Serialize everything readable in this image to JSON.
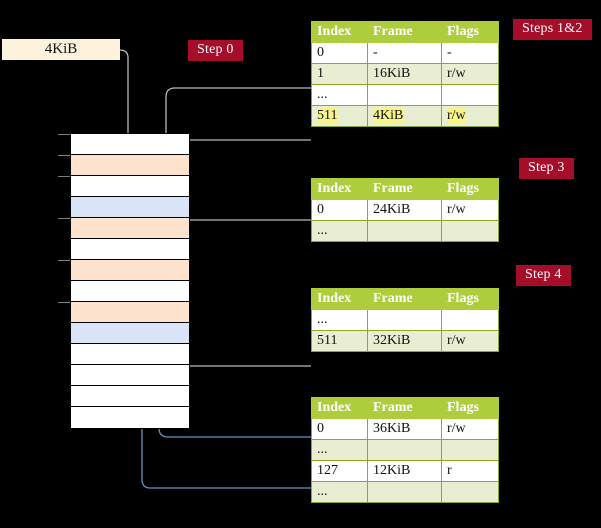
{
  "diagram": {
    "title_caption": "4KiB",
    "steps": [
      {
        "id": "step0",
        "label": "Step 0"
      },
      {
        "id": "steps12",
        "label": "Steps 1&2"
      },
      {
        "id": "step3",
        "label": "Step 3"
      },
      {
        "id": "step4",
        "label": "Step 4"
      }
    ],
    "colors": {
      "badge_bg": "#a50d29",
      "badge_text": "#ffffff",
      "caption_bg": "#fdf3dc",
      "table_header_bg": "#aecd3c",
      "table_alt_row_bg": "#e9eed2",
      "table_highlight": "#f7f58a",
      "memory_peach": "#fde3ce",
      "memory_blue": "#d9e5f6",
      "wire_grey": "#b9b9b9",
      "wire_blue": "#6c8fc4",
      "background": "#000000"
    }
  },
  "tables": [
    {
      "name": "page-table-level0",
      "headers": [
        "Index",
        "Frame",
        "Flags"
      ],
      "rows": [
        {
          "index": "0",
          "frame": "-",
          "flags": "-",
          "style": "plain",
          "highlight": false
        },
        {
          "index": "1",
          "frame": "16KiB",
          "flags": "r/w",
          "style": "alt",
          "highlight": false
        },
        {
          "index": "...",
          "frame": "",
          "flags": "",
          "style": "plain",
          "highlight": false
        },
        {
          "index": "511",
          "frame": "4KiB",
          "flags": "r/w",
          "style": "alt",
          "highlight": true
        }
      ]
    },
    {
      "name": "page-table-level1",
      "headers": [
        "Index",
        "Frame",
        "Flags"
      ],
      "rows": [
        {
          "index": "0",
          "frame": "24KiB",
          "flags": "r/w",
          "style": "plain",
          "highlight": false
        },
        {
          "index": "...",
          "frame": "",
          "flags": "",
          "style": "alt",
          "highlight": false
        }
      ]
    },
    {
      "name": "page-table-level2",
      "headers": [
        "Index",
        "Frame",
        "Flags"
      ],
      "rows": [
        {
          "index": "...",
          "frame": "",
          "flags": "",
          "style": "plain",
          "highlight": false
        },
        {
          "index": "511",
          "frame": "32KiB",
          "flags": "r/w",
          "style": "alt",
          "highlight": false
        }
      ]
    },
    {
      "name": "page-table-level3",
      "headers": [
        "Index",
        "Frame",
        "Flags"
      ],
      "rows": [
        {
          "index": "0",
          "frame": "36KiB",
          "flags": "r/w",
          "style": "plain",
          "highlight": false
        },
        {
          "index": "...",
          "frame": "",
          "flags": "",
          "style": "alt",
          "highlight": false
        },
        {
          "index": "127",
          "frame": "12KiB",
          "flags": "r",
          "style": "plain",
          "highlight": false
        },
        {
          "index": "...",
          "frame": "",
          "flags": "",
          "style": "alt",
          "highlight": false
        }
      ]
    }
  ],
  "memory": {
    "name": "physical-memory-column",
    "rows": [
      {
        "fill": "white"
      },
      {
        "fill": "peach"
      },
      {
        "fill": "white"
      },
      {
        "fill": "blue"
      },
      {
        "fill": "peach"
      },
      {
        "fill": "white"
      },
      {
        "fill": "peach"
      },
      {
        "fill": "white"
      },
      {
        "fill": "peach"
      },
      {
        "fill": "blue"
      },
      {
        "fill": "white"
      },
      {
        "fill": "white"
      },
      {
        "fill": "white"
      },
      {
        "fill": "white"
      }
    ]
  }
}
